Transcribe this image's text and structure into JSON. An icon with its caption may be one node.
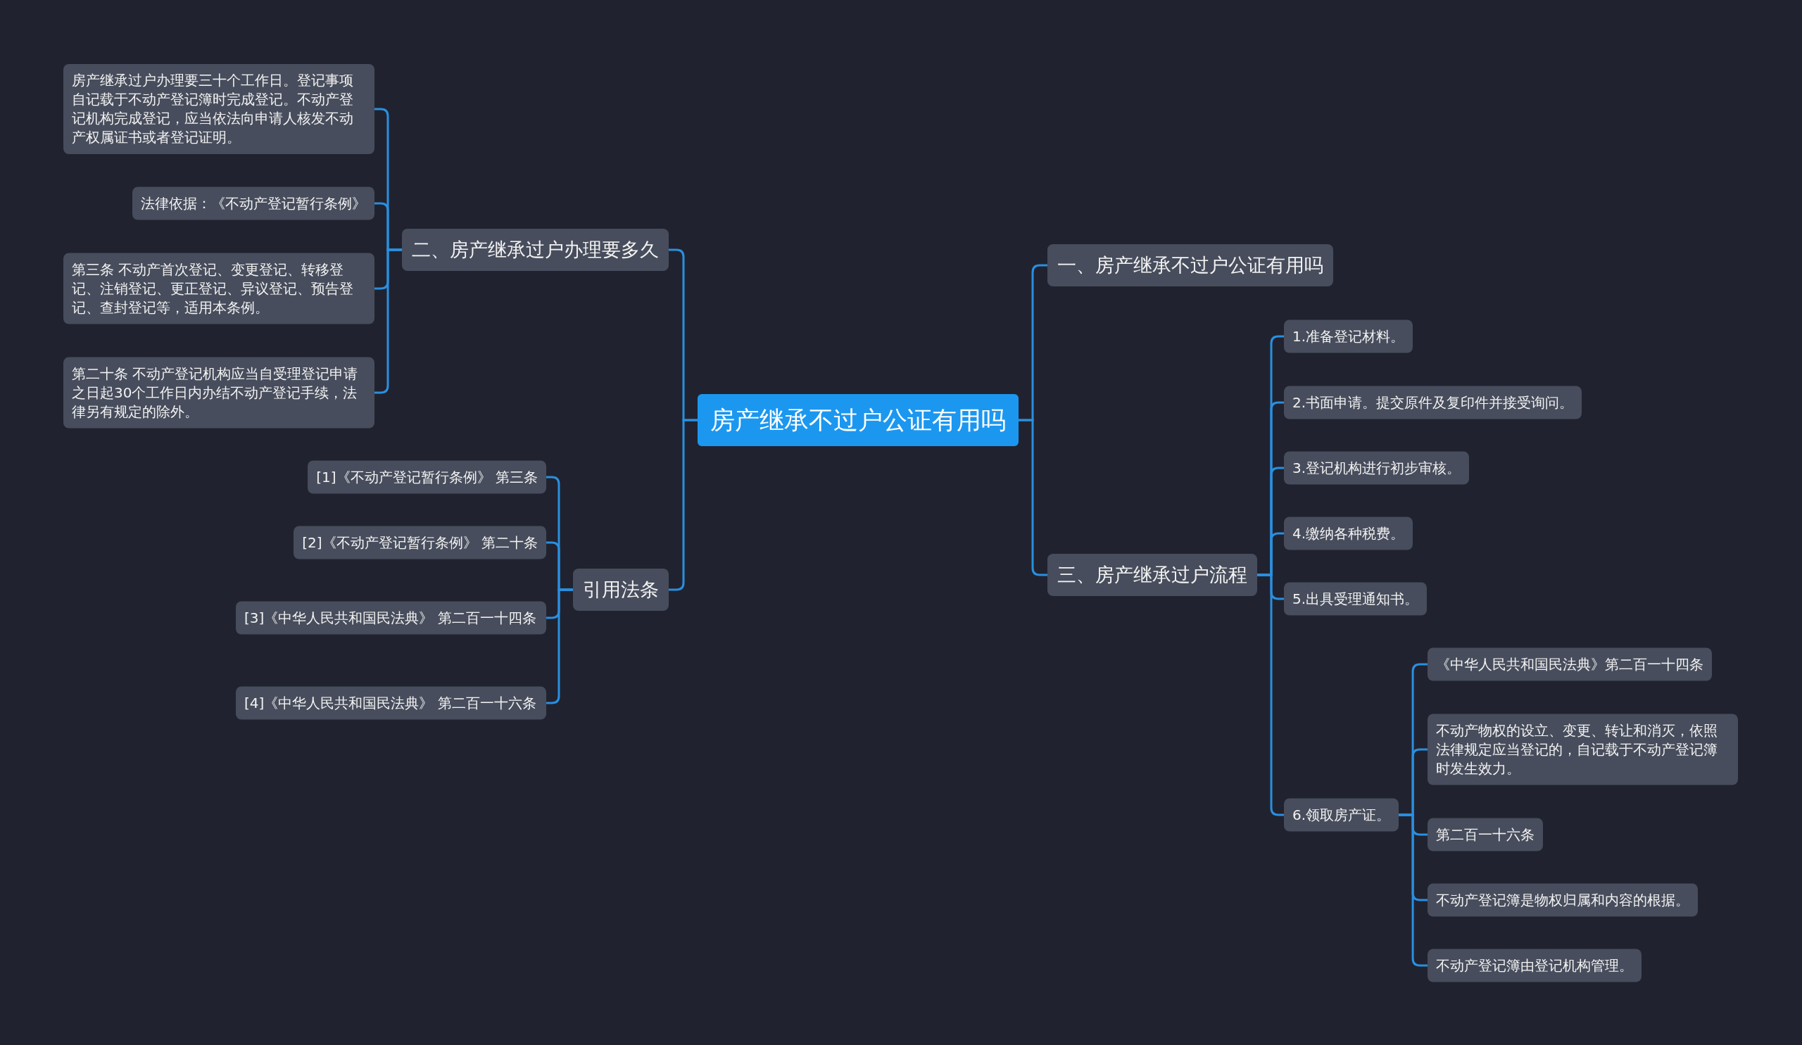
{
  "diagram": {
    "nodes": [
      {
        "text": [
          "房产继承不过户公证有用吗"
        ]
      },
      {
        "text": [
          "二、房产继承过户办理要多久"
        ]
      },
      {
        "text": [
          "房产继承过户办理要三十个工作日。登记事项自记载于不动产登记簿时完成登记。不动产登记机构完成登记，应当依法向申请人核发不动产权属证书或者登记证明。"
        ]
      },
      {
        "text": [
          "法律依据：《不动产登记暂行条例》"
        ]
      },
      {
        "text": [
          "第三条 不动产首次登记、变更登记、转移登记、注销登记、更正登记、异议登记、预告登记、查封登记等，适用本条例。"
        ]
      },
      {
        "text": [
          "第二十条 不动产登记机构应当自受理登记申请之日起30个工作日内办结不动产登记手续，法律另有规定的除外。"
        ]
      },
      {
        "text": [
          "引用法条"
        ]
      },
      {
        "text": [
          "[1]《不动产登记暂行条例》 第三条"
        ]
      },
      {
        "text": [
          "[2]《不动产登记暂行条例》 第二十条"
        ]
      },
      {
        "text": [
          "[3]《中华人民共和国民法典》 第二百一十四条"
        ]
      },
      {
        "text": [
          "[4]《中华人民共和国民法典》 第二百一十六条"
        ]
      },
      {
        "text": [
          "一、房产继承不过户公证有用吗"
        ]
      },
      {
        "text": [
          "三、房产继承过户流程"
        ]
      },
      {
        "text": [
          "1.准备登记材料。"
        ]
      },
      {
        "text": [
          "2.书面申请。提交原件及复印件并接受询问。"
        ]
      },
      {
        "text": [
          "3.登记机构进行初步审核。"
        ]
      },
      {
        "text": [
          "4.缴纳各种税费。"
        ]
      },
      {
        "text": [
          "5.出具受理通知书。"
        ]
      },
      {
        "text": [
          "6.领取房产证。"
        ]
      },
      {
        "text": [
          "《中华人民共和国民法典》第二百一十四条"
        ]
      },
      {
        "text": [
          "不动产物权的设立、变更、转让和消灭，依照法律规定应当登记的，自记载于不动产登记簿时发生效力。"
        ]
      },
      {
        "text": [
          "第二百一十六条"
        ]
      },
      {
        "text": [
          "不动产登记簿是物权归属和内容的根据。"
        ]
      },
      {
        "text": [
          "不动产登记簿由登记机构管理。"
        ]
      }
    ],
    "edges": [
      {
        "from": 0,
        "to": 1,
        "arrow": "none"
      },
      {
        "from": 1,
        "to": 2,
        "arrow": "none"
      },
      {
        "from": 1,
        "to": 3,
        "arrow": "none"
      },
      {
        "from": 1,
        "to": 4,
        "arrow": "none"
      },
      {
        "from": 1,
        "to": 5,
        "arrow": "none"
      },
      {
        "from": 0,
        "to": 6,
        "arrow": "none"
      },
      {
        "from": 6,
        "to": 7,
        "arrow": "none"
      },
      {
        "from": 6,
        "to": 8,
        "arrow": "none"
      },
      {
        "from": 6,
        "to": 9,
        "arrow": "none"
      },
      {
        "from": 6,
        "to": 10,
        "arrow": "none"
      },
      {
        "from": 0,
        "to": 11,
        "arrow": "none"
      },
      {
        "from": 0,
        "to": 12,
        "arrow": "none"
      },
      {
        "from": 12,
        "to": 13,
        "arrow": "none"
      },
      {
        "from": 12,
        "to": 14,
        "arrow": "none"
      },
      {
        "from": 12,
        "to": 15,
        "arrow": "none"
      },
      {
        "from": 12,
        "to": 16,
        "arrow": "none"
      },
      {
        "from": 12,
        "to": 17,
        "arrow": "none"
      },
      {
        "from": 12,
        "to": 18,
        "arrow": "none"
      },
      {
        "from": 18,
        "to": 19,
        "arrow": "none"
      },
      {
        "from": 18,
        "to": 20,
        "arrow": "none"
      },
      {
        "from": 18,
        "to": 21,
        "arrow": "none"
      },
      {
        "from": 18,
        "to": 22,
        "arrow": "none"
      },
      {
        "from": 18,
        "to": 23,
        "arrow": "none"
      }
    ]
  }
}
